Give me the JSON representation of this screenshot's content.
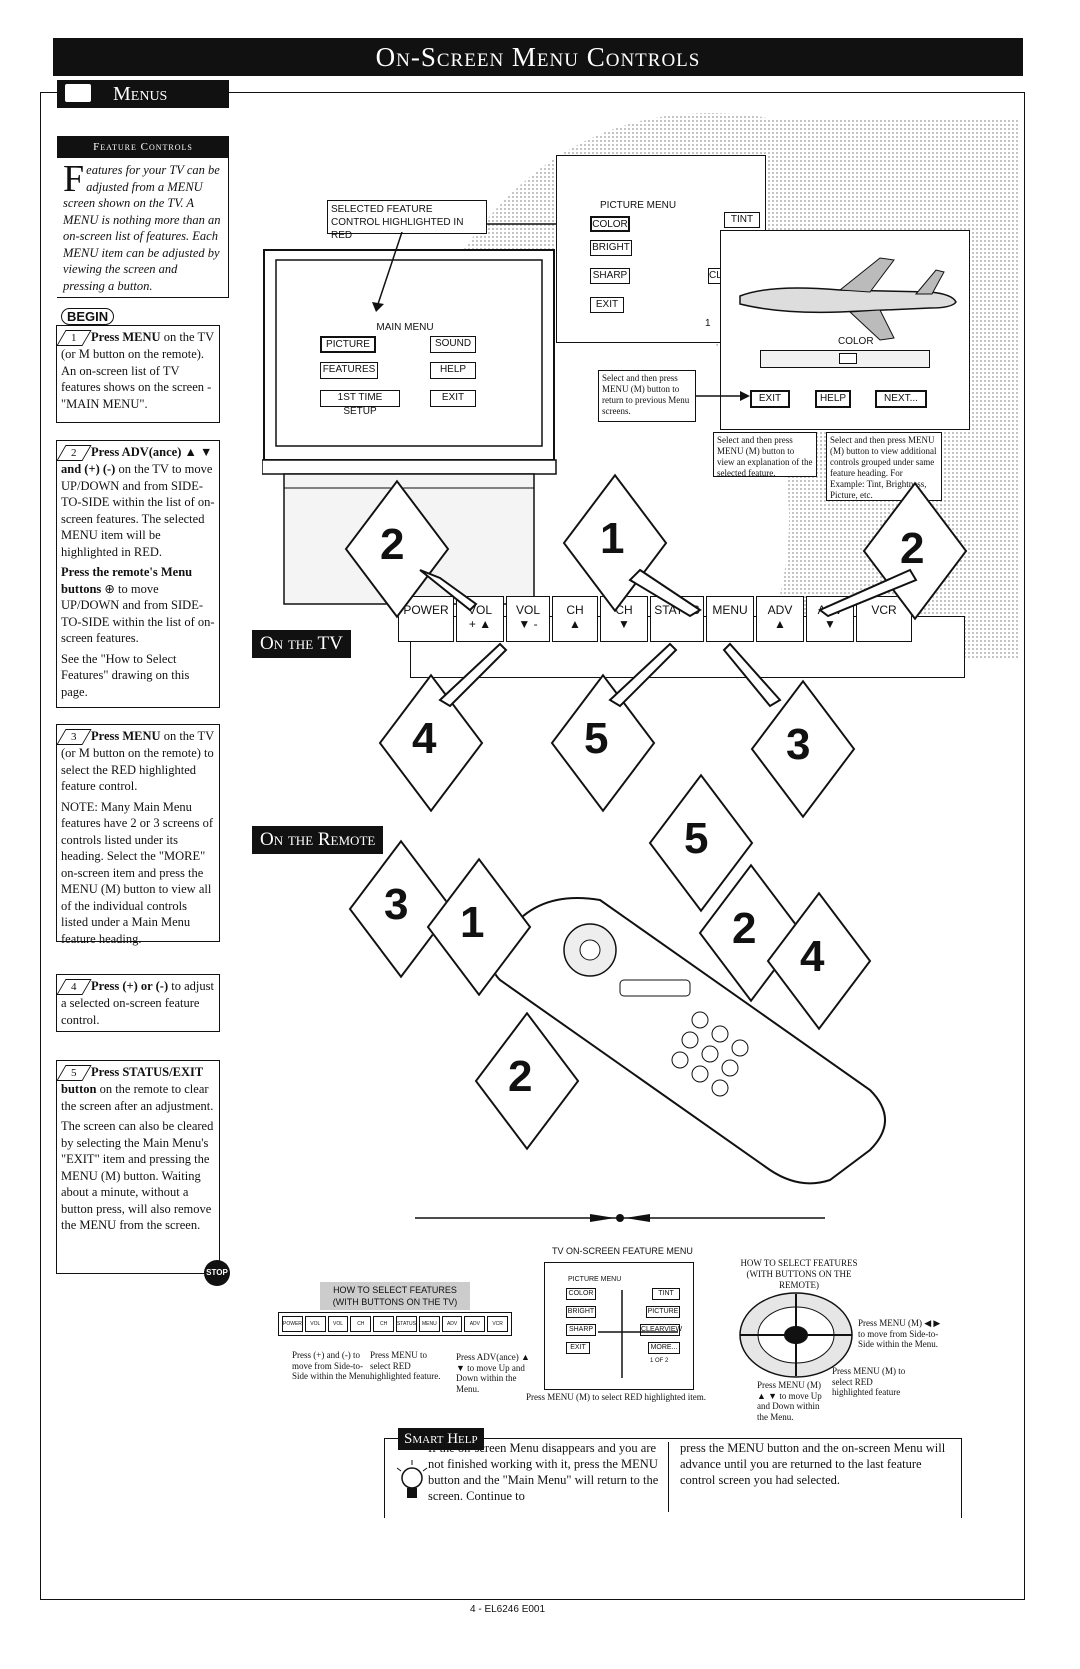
{
  "header": {
    "title": "On-Screen Menu Controls",
    "section": "Menus"
  },
  "feature_controls": {
    "heading": "Feature Controls",
    "dropcap": "F",
    "text": "eatures for your TV can be adjusted from a MENU screen shown on the TV. A MENU is nothing more than an on-screen list of features. Each MENU item can be adjusted by viewing the screen and pressing a button."
  },
  "begin_label": "BEGIN",
  "steps": [
    {
      "num": "1",
      "bold": "Press MENU",
      "text": " on the TV (or M button on the remote). An on-screen list of TV features shows on the screen - \"MAIN MENU\"."
    },
    {
      "num": "2",
      "bold": "Press ADV(ance) ▲ ▼ and (+) (-)",
      "text": " on the TV to move UP/DOWN and from SIDE-TO-SIDE within the list of on-screen features. The selected MENU item will be highlighted in RED.",
      "bold2": "Press the remote's Menu buttons",
      "text2": " to move UP/DOWN and from SIDE-TO-SIDE within the list of on-screen features.",
      "text3": "See the \"How to Select Features\" drawing on this page."
    },
    {
      "num": "3",
      "bold": "Press MENU",
      "text": " on the TV (or M button on the remote) to select the RED highlighted feature control.",
      "text2": "NOTE: Many Main Menu features have 2 or 3 screens of controls listed under its heading. Select the \"MORE\" on-screen item and press the MENU (M) button to view all of the individual controls listed under a Main Menu feature heading."
    },
    {
      "num": "4",
      "bold": "Press (+) or (-)",
      "text": " to adjust a selected on-screen feature control."
    },
    {
      "num": "5",
      "bold": "Press STATUS/EXIT button",
      "text": " on the remote to clear the screen after an adjustment.",
      "text2": "The screen can also be cleared by selecting the Main Menu's \"EXIT\" item and pressing the MENU (M) button. Waiting about a minute, without a button press, will also remove the MENU from the screen."
    }
  ],
  "stop_label": "STOP",
  "tv_screen": {
    "callout": "SELECTED FEATURE CONTROL HIGHLIGHTED IN RED",
    "main_menu_title": "MAIN MENU",
    "items": [
      "PICTURE",
      "SOUND",
      "FEATURES",
      "HELP",
      "1ST TIME SETUP",
      "EXIT"
    ]
  },
  "picture_menu": {
    "title": "PICTURE MENU",
    "items": [
      "COLOR",
      "TINT",
      "BRIGHT",
      "SHARP",
      "CLE",
      "EXIT"
    ],
    "page": "1"
  },
  "color_screen": {
    "label": "COLOR",
    "buttons": [
      "EXIT",
      "HELP",
      "NEXT..."
    ]
  },
  "notes": {
    "exit_note": "Select and then press MENU (M) button to return to previous Menu screens.",
    "help_note": "Select and then press MENU (M) button to view an explanation of the selected feature.",
    "next_note": "Select and then press MENU (M) button to view additional controls grouped under same feature heading. For Example: Tint, Brightness, Picture, etc."
  },
  "on_the_tv": "On the TV",
  "on_the_remote": "On the Remote",
  "tv_panel": [
    {
      "label": "POWER",
      "sub": ""
    },
    {
      "label": "VOL",
      "sub": "+ ▲"
    },
    {
      "label": "VOL",
      "sub": "▼ -"
    },
    {
      "label": "CH",
      "sub": "▲"
    },
    {
      "label": "CH",
      "sub": "▼"
    },
    {
      "label": "STATUS",
      "sub": ""
    },
    {
      "label": "MENU",
      "sub": ""
    },
    {
      "label": "ADV",
      "sub": "▲"
    },
    {
      "label": "ADV",
      "sub": "▼"
    },
    {
      "label": "VCR",
      "sub": ""
    }
  ],
  "tv_callouts": [
    "2",
    "1",
    "2",
    "4",
    "5",
    "3"
  ],
  "remote_callouts": [
    "5",
    "3",
    "1",
    "2",
    "4",
    "2"
  ],
  "bottom": {
    "center_title": "TV ON-SCREEN FEATURE MENU",
    "right_title": "HOW TO SELECT FEATURES (WITH BUTTONS ON THE REMOTE)",
    "left_title": "HOW TO SELECT FEATURES (WITH BUTTONS ON THE TV)",
    "mini_panel": [
      "POWER",
      "VOL",
      "VOL",
      "CH",
      "CH",
      "STATUS",
      "MENU",
      "ADV",
      "ADV",
      "VCR"
    ],
    "ann1": "Press (+) and (-) to move from Side-to-Side within the Menu.",
    "ann2": "Press MENU to select RED highlighted feature.",
    "ann3": "Press ADV(ance) ▲ ▼ to move Up and Down within the Menu.",
    "mini_menu": {
      "title": "PICTURE MENU",
      "left": [
        "COLOR",
        "BRIGHT",
        "SHARP",
        "EXIT"
      ],
      "right": [
        "TINT",
        "PICTURE",
        "CLEARVIEW",
        "MORE..."
      ],
      "page": "1 OF 2"
    },
    "center_caption": "Press MENU (M) to select RED highlighted item.",
    "remote_ann1": "Press MENU (M) ◀ ▶ to move from Side-to-Side within the Menu.",
    "remote_ann2": "Press MENU (M) to select RED highlighted feature",
    "remote_ann3": "Press MENU (M) ▲ ▼ to move Up and Down within the Menu."
  },
  "smart_help": {
    "label": "Smart Help",
    "text_left": "If the on-screen Menu disappears and you are not finished working with it, press the MENU button and the \"Main Menu\" will return to the screen. Continue to",
    "text_right": "press the MENU button and the on-screen Menu will advance until you are returned to the last feature control screen you had selected."
  },
  "footer": "4 - EL6246 E001"
}
